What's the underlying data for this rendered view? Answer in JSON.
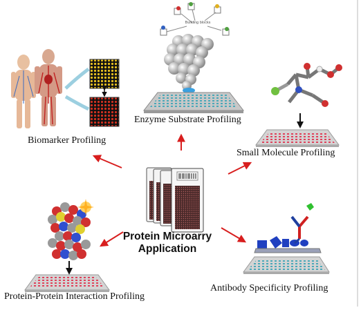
{
  "center": {
    "line1": "Protein Microarry",
    "line2": "Application"
  },
  "nodes": {
    "biomarker": "Biomarker Profiling",
    "enzyme": "Enzyme Substrate Profiling",
    "small_molecule": "Small Molecule Profiling",
    "ppi": "Protein-Protein Interaction Profiling",
    "antibody": "Antibody Specificity Profiling"
  },
  "building_blocks_label": "Building blocks",
  "colors": {
    "arrow": "#d81e1e",
    "slide_grid": "#e0405a",
    "slide_grid_blue": "#4aa8b8"
  }
}
